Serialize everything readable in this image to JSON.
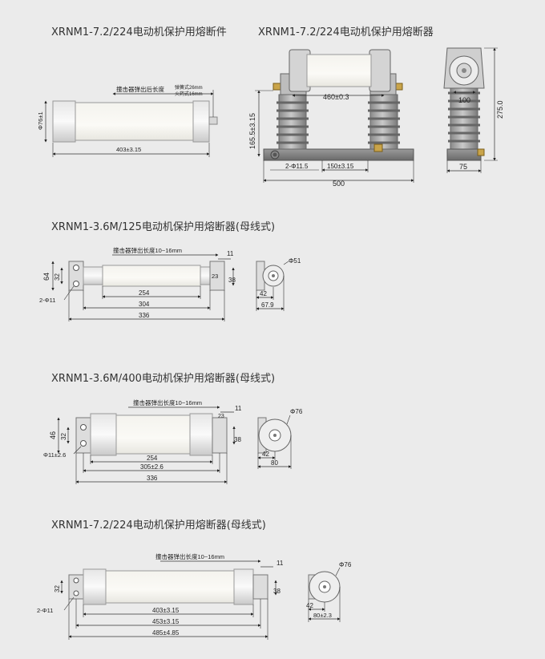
{
  "titles": {
    "s1a": "XRNM1-7.2/224电动机保护用熔断件",
    "s1b": "XRNM1-7.2/224电动机保护用熔断器",
    "s2": "XRNM1-3.6M/125电动机保护用熔断器(母线式)",
    "s3": "XRNM1-3.6M/400电动机保护用熔断器(母线式)",
    "s4": "XRNM1-7.2/224电动机保护用熔断器(母线式)"
  },
  "s1a": {
    "striker": "撞击器弹出后长度",
    "spring": "弹簧式26mm",
    "gunpowder": "火药式16mm",
    "dia": "Φ76±1",
    "len": "403±3.15"
  },
  "s1b": {
    "span": "460±0.3",
    "height": "165.5±3.15",
    "holes": "2-Φ11.5",
    "spacing": "150±3.15",
    "total": "500",
    "side_top": "100",
    "side_h": "275.0",
    "side_base": "75"
  },
  "s2": {
    "striker": "撞击器弹出长度10~16mm",
    "d11": "11",
    "d64": "64",
    "d32": "32",
    "d23": "23",
    "d38": "38",
    "holes": "2-Φ11",
    "d254": "254",
    "d304": "304",
    "d336": "336",
    "phi": "Φ51",
    "d42": "42",
    "d679": "67.9"
  },
  "s3": {
    "striker": "撞击器弹出长度10~16mm",
    "d11": "11",
    "d23": "23",
    "d46": "46",
    "d32": "32",
    "d38": "38",
    "holes": "Φ11±2.6",
    "d254": "254",
    "d305": "305±2.6",
    "d336": "336",
    "phi": "Φ76",
    "d42": "42",
    "d80": "80"
  },
  "s4": {
    "striker": "撞击器弹出长度10~16mm",
    "d11": "11",
    "d32": "32",
    "d38": "38",
    "holes": "2-Φ11",
    "d403": "403±3.15",
    "d453": "453±3.15",
    "d485": "485±4.85",
    "phi": "Φ76",
    "d42": "42",
    "d80": "80±2.3"
  }
}
